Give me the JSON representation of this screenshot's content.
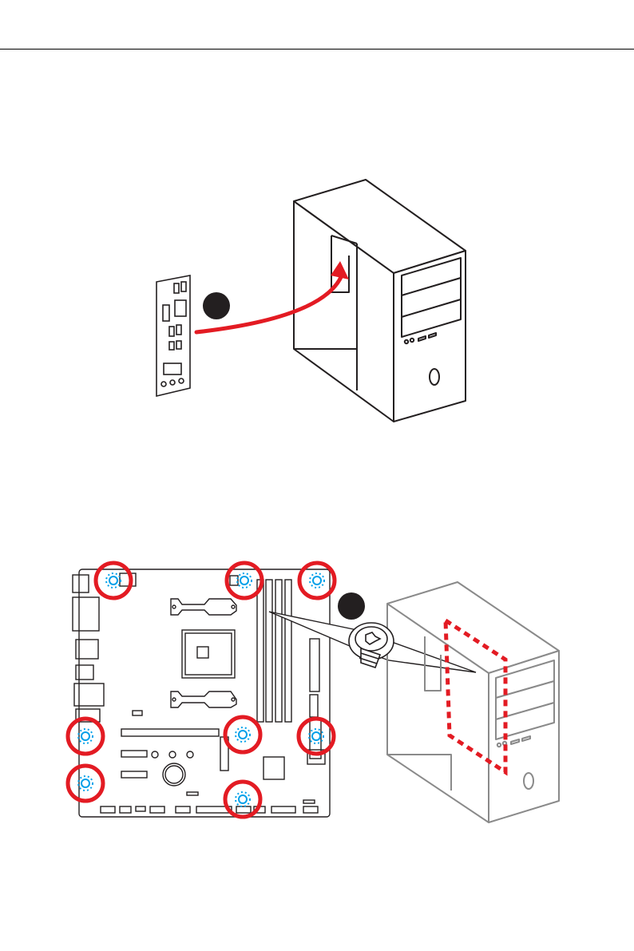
{
  "figures": [
    {
      "id": "io-shield-installation",
      "step_marker": "",
      "depicts": "io-shield-and-case"
    },
    {
      "id": "motherboard-mounting",
      "step_marker": "",
      "depicts": "motherboard-screws-and-case"
    }
  ],
  "colors": {
    "line": "#231f20",
    "red": "#e31b23",
    "screw_blue": "#00a0e9",
    "gray_line": "#8a8a8a",
    "fill": "#ffffff"
  },
  "icons": [
    "arrow-icon",
    "screw-icon",
    "step-marker-icon",
    "mounting-hole-icon"
  ]
}
